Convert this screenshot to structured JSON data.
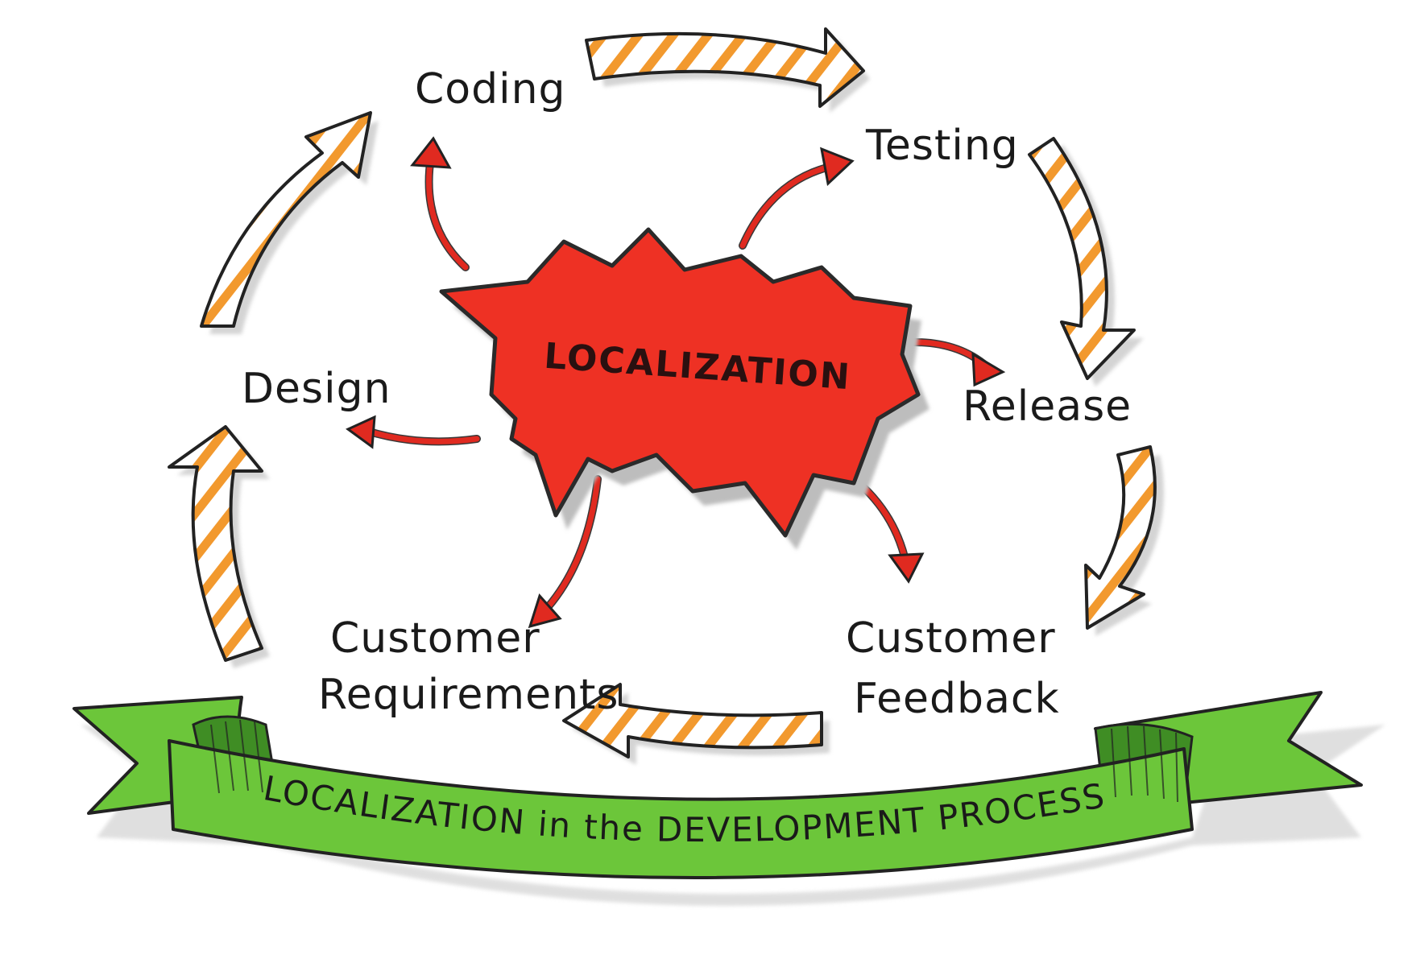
{
  "center": {
    "label": "LOCALIZATION"
  },
  "stages": [
    {
      "id": "coding",
      "lines": [
        "Coding"
      ]
    },
    {
      "id": "testing",
      "lines": [
        "Testing"
      ]
    },
    {
      "id": "release",
      "lines": [
        "Release"
      ]
    },
    {
      "id": "customer-feedback",
      "lines": [
        "Customer",
        "Feedback"
      ]
    },
    {
      "id": "customer-requirements",
      "lines": [
        "Customer",
        "Requirements"
      ]
    },
    {
      "id": "design",
      "lines": [
        "Design"
      ]
    }
  ],
  "banner": {
    "label": "LOCALIZATION in the DEVELOPMENT PROCESS"
  },
  "colors": {
    "burst_fill": "#ee3124",
    "burst_stroke": "#2a2a2a",
    "red_arrow": "#e02a20",
    "cycle_stripe": "#f2992e",
    "cycle_fill": "#ffffff",
    "ribbon_fill": "#6cc63a",
    "ribbon_dark": "#3f8d24",
    "outline": "#222222",
    "shadow": "#cfcfcf"
  }
}
